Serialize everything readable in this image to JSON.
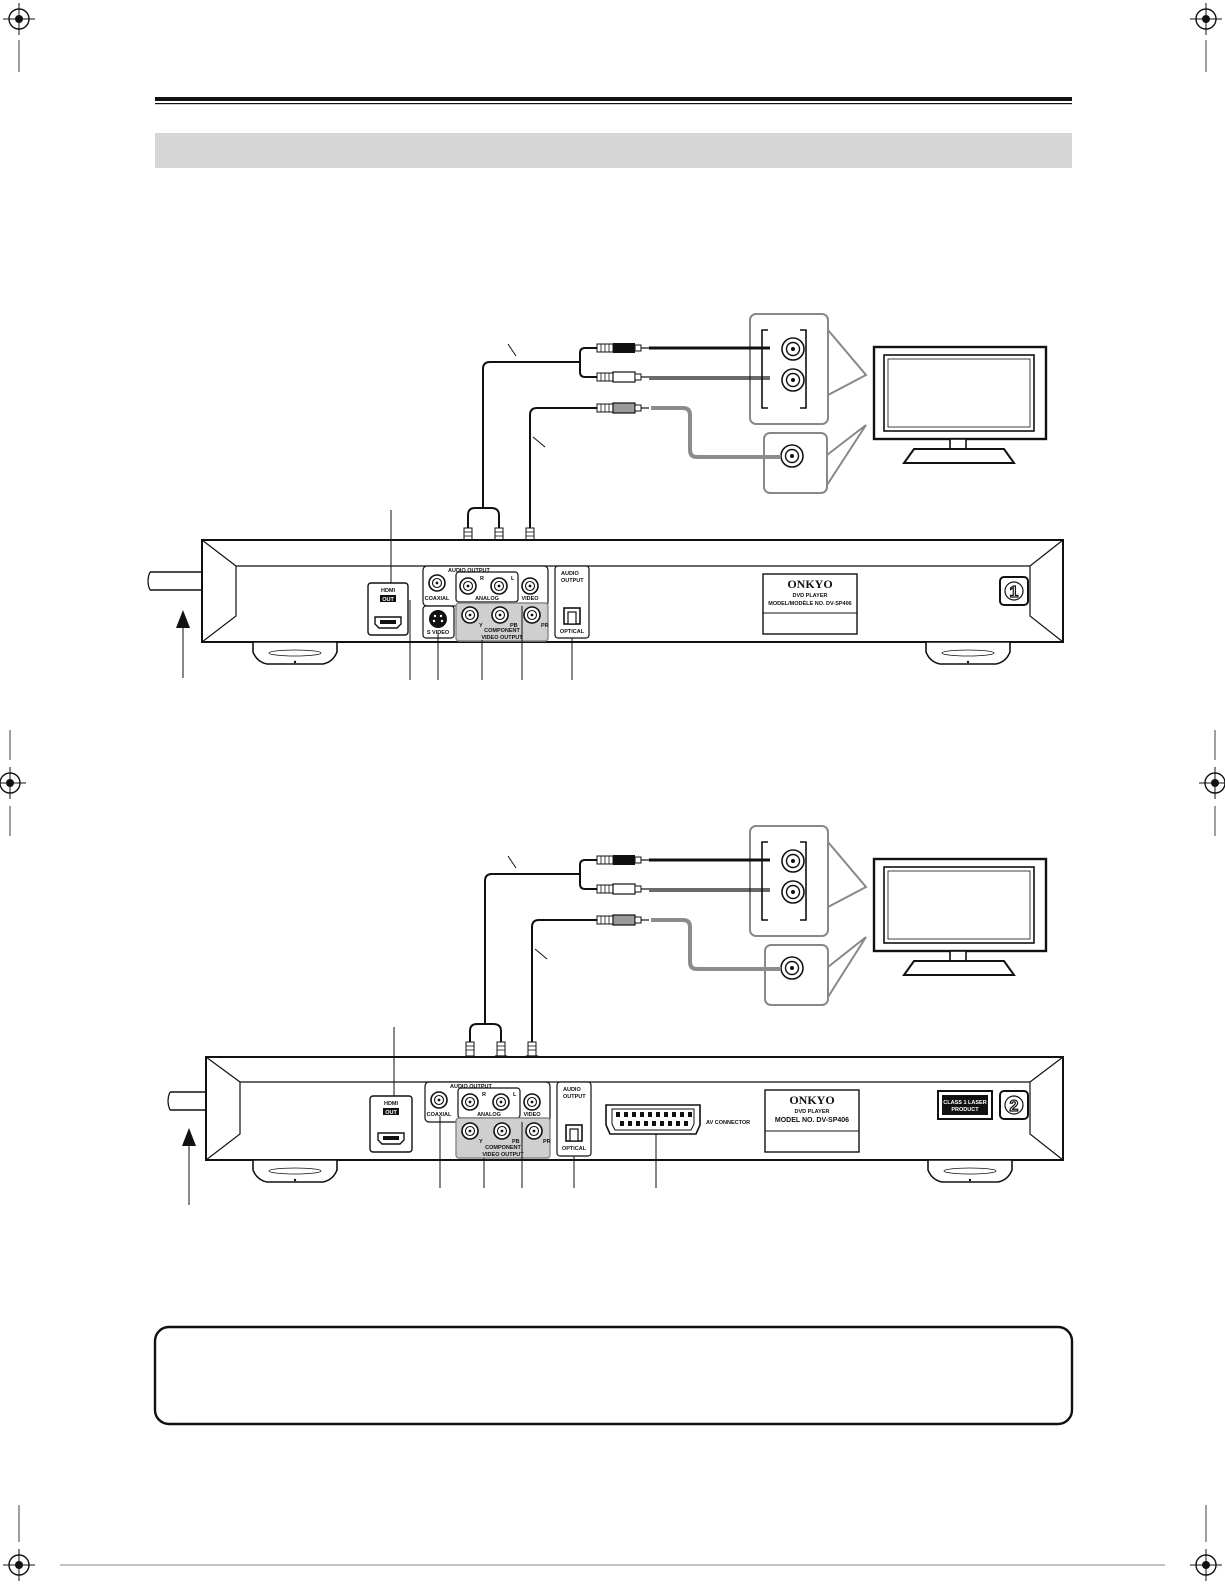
{
  "labels": {
    "hdmi": "HDMI",
    "hdmi_out": "OUT",
    "audio_output": "AUDIO OUTPUT",
    "audio_output_top": "AUDIO",
    "audio_output_bottom": "OUTPUT",
    "coaxial": "COAXIAL",
    "analog": "ANALOG",
    "r": "R",
    "l": "L",
    "video": "VIDEO",
    "s_video": "S VIDEO",
    "component": "COMPONENT",
    "video_output": "VIDEO OUTPUT",
    "y": "Y",
    "pb": "PB",
    "pr": "PR",
    "optical": "OPTICAL",
    "av_connector": "AV CONNECTOR",
    "brand": "ONKYO",
    "product": "DVD PLAYER",
    "model_1": "MODEL/MODÈLE NO. DV-SP406",
    "model_2": "MODEL NO. DV-SP406",
    "laser_line1": "CLASS 1 LASER",
    "laser_line2": "PRODUCT",
    "region_1": "1",
    "region_2": "2"
  },
  "colors": {
    "ink": "#111111",
    "band": "#d6d6d6",
    "cable_gray": "#8c8c8c",
    "panel_gray": "#cfcfcf"
  },
  "icons": [
    "registration-mark-icon",
    "tv-icon",
    "rca-plug-icon",
    "hdmi-port-icon",
    "optical-port-icon",
    "scart-connector-icon",
    "foot-icon"
  ]
}
